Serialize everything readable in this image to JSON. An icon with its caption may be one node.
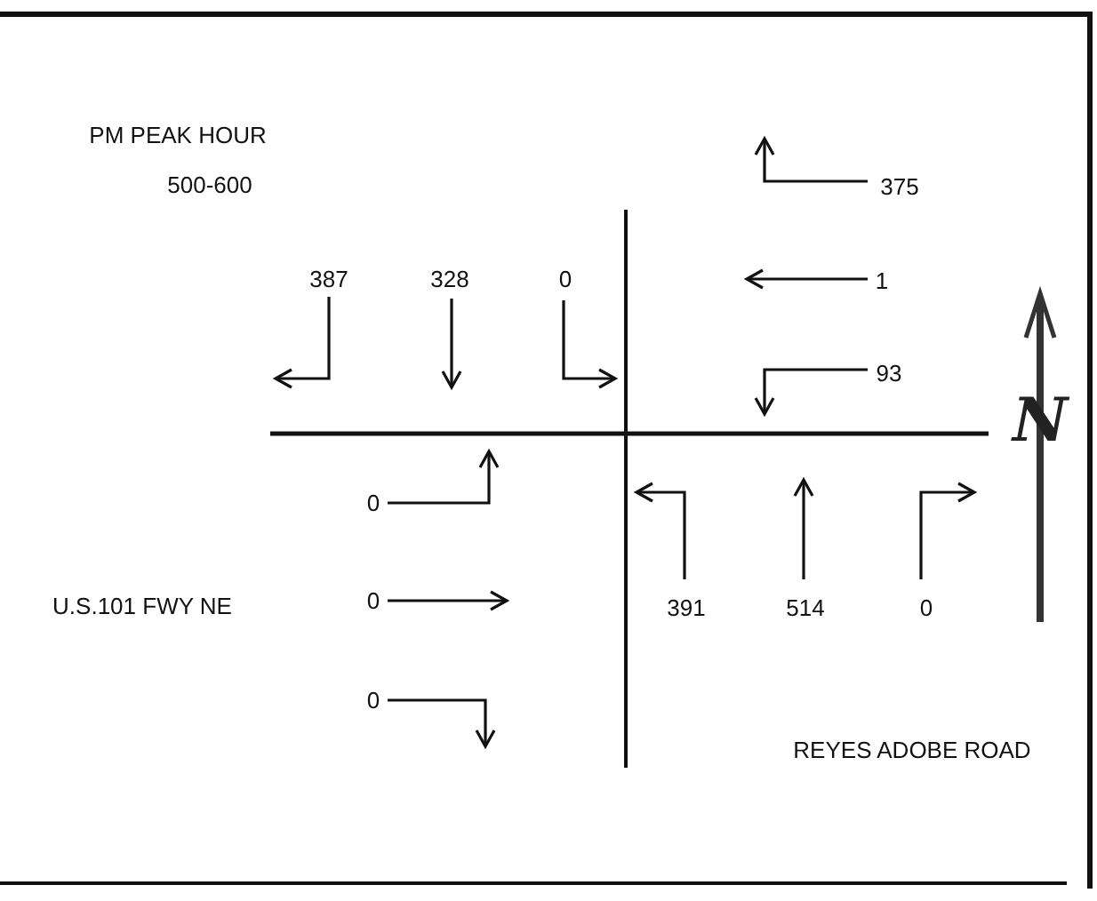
{
  "diagram": {
    "labels": [
      "PM PEAK HOUR",
      "500-600",
      "375",
      "387",
      "328",
      "0",
      "1",
      "93",
      "0",
      "U.S.101 FWY NE",
      "0",
      "391",
      "514",
      "0",
      "0",
      "REYES ADOBE ROAD",
      "N"
    ]
  }
}
